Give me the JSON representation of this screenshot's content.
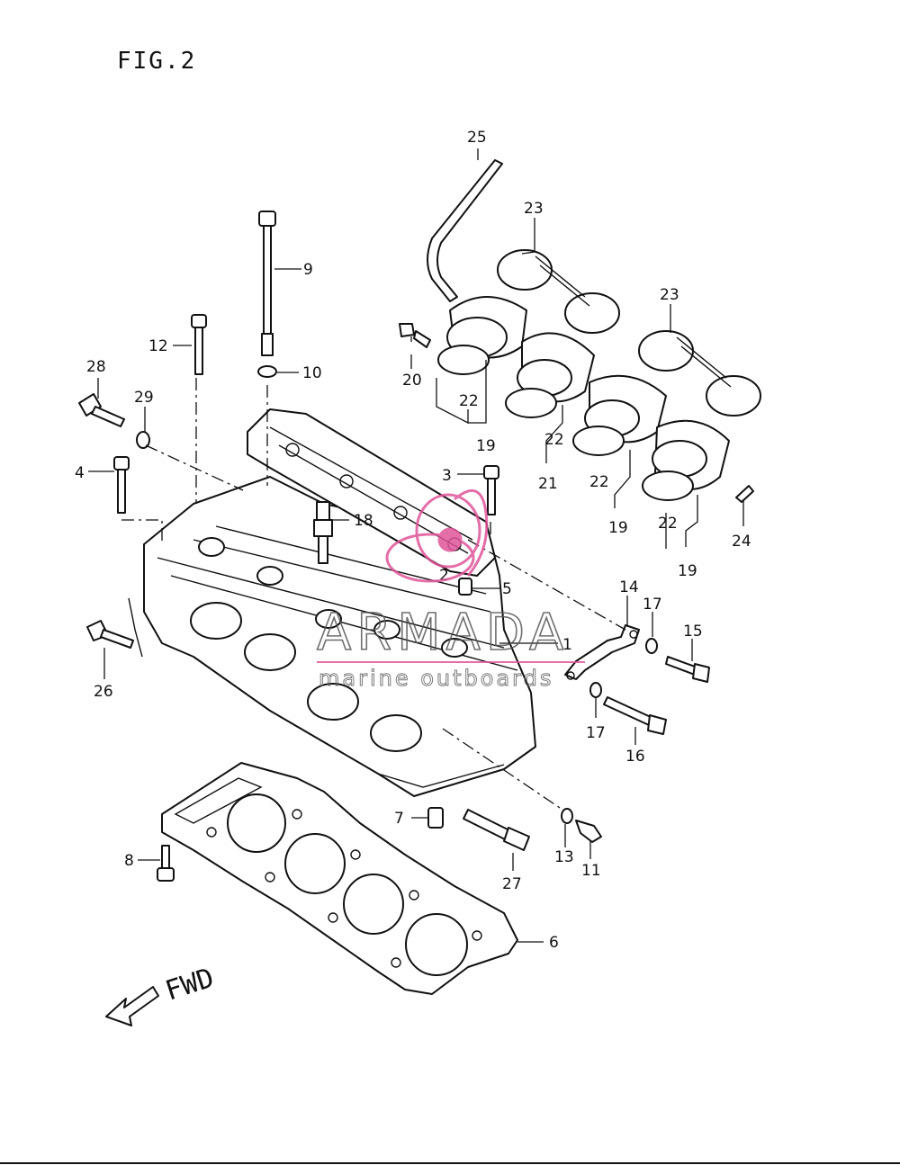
{
  "figure_title": "FIG.2",
  "direction_label": "FWD",
  "watermark": {
    "brand": "ARMADA",
    "tagline": "marine outboards",
    "accent_color": "#e0559a"
  },
  "callouts": [
    "1",
    "2",
    "3",
    "4",
    "5",
    "6",
    "7",
    "8",
    "9",
    "10",
    "11",
    "12",
    "13",
    "14",
    "15",
    "16",
    "17",
    "18",
    "19",
    "20",
    "21",
    "22",
    "23",
    "24",
    "25",
    "26",
    "27",
    "28",
    "29"
  ],
  "callout_labels": {
    "l1": "1",
    "l2": "2",
    "l3": "3",
    "l4": "4",
    "l5": "5",
    "l6": "6",
    "l7": "7",
    "l8": "8",
    "l9": "9",
    "l10": "10",
    "l11": "11",
    "l12": "12",
    "l13": "13",
    "l14": "14",
    "l15": "15",
    "l16": "16",
    "l17a": "17",
    "l17b": "17",
    "l18": "18",
    "l19a": "19",
    "l19b": "19",
    "l19c": "19",
    "l20": "20",
    "l21": "21",
    "l22a": "22",
    "l22b": "22",
    "l22c": "22",
    "l22d": "22",
    "l23a": "23",
    "l23b": "23",
    "l24": "24",
    "l25": "25",
    "l26": "26",
    "l27": "27",
    "l28": "28",
    "l29": "29"
  }
}
